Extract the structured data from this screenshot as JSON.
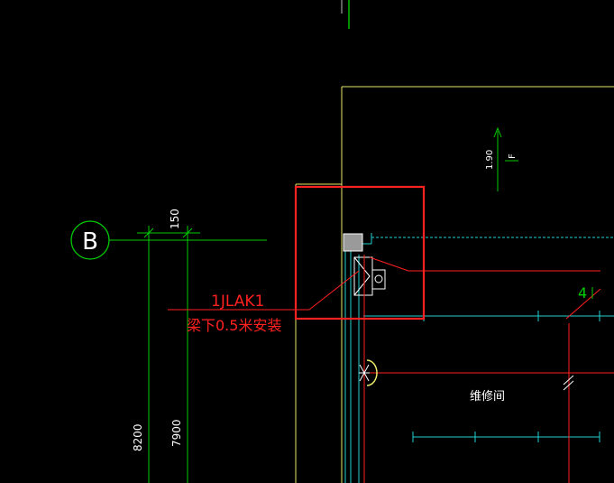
{
  "canvas": {
    "background": "#000000"
  },
  "colors": {
    "green": "#00cc00",
    "yellow": "#e8e86a",
    "red": "#ff2020",
    "cyan": "#20d0d0",
    "white": "#ffffff",
    "gray": "#9a9a9a",
    "selection": "#ff2222"
  },
  "grid_axis": {
    "label": "B"
  },
  "dimensions": {
    "top_offset": "150",
    "outer_height": "8200",
    "inner_height": "7900",
    "right_height": "1.90"
  },
  "equipment": {
    "tag": "1JLAK1",
    "note": "梁下0.5米安装"
  },
  "room": {
    "name": "维修间"
  },
  "misc": {
    "arrow_label": "F",
    "line_number": "4"
  },
  "selection": {
    "label": "selected region"
  }
}
